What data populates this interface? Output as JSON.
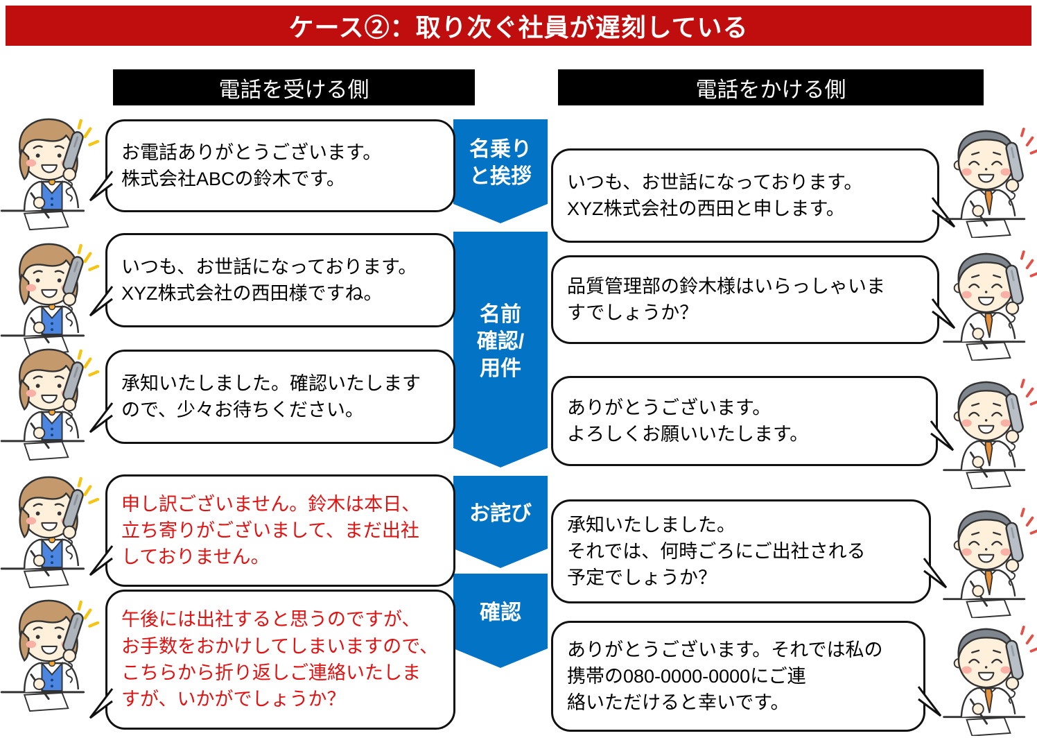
{
  "title": "ケース②：取り次ぐ社員が遅刻している",
  "headers": {
    "receiver": "電話を受ける側",
    "caller": "電話をかける側"
  },
  "steps": [
    {
      "label": "名乗り\nと挨拶"
    },
    {
      "label": "名前\n確認/\n用件"
    },
    {
      "label": "お詫び"
    },
    {
      "label": "確認"
    }
  ],
  "receiver_messages": [
    {
      "text": "お電話ありがとうございます。\n株式会社ABCの鈴木です。",
      "emphasis": false
    },
    {
      "text": "いつも、お世話になっております。\nXYZ株式会社の西田様ですね。",
      "emphasis": false
    },
    {
      "text": "承知いたしました。確認いたします\nので、少々お待ちください。",
      "emphasis": false
    },
    {
      "text": "申し訳ございません。鈴木は本日、\n立ち寄りがございまして、まだ出社\nしておりません。",
      "emphasis": true
    },
    {
      "text": "午後には出社すると思うのですが、\nお手数をおかけしてしまいますので、\nこちらから折り返しご連絡いたしま\nすが、いかがでしょうか？",
      "emphasis": true
    }
  ],
  "caller_messages": [
    {
      "text": "いつも、お世話になっております。\nXYZ株式会社の西田と申します。",
      "emphasis": false
    },
    {
      "text": "品質管理部の鈴木様はいらっしゃいま\nすでしょうか？",
      "emphasis": false
    },
    {
      "text": "ありがとうございます。\nよろしくお願いいたします。",
      "emphasis": false
    },
    {
      "text": "承知いたしました。\nそれでは、何時ごろにご出社される\n予定でしょうか？",
      "emphasis": false
    },
    {
      "text": "ありがとうございます。それでは私の\n携帯の080-0000-0000にご連\n絡いただけると幸いです。",
      "emphasis": false
    }
  ],
  "icons": {
    "left_character": "woman-on-phone-illustration",
    "right_character": "man-on-phone-illustration"
  },
  "colors": {
    "banner": "#c00d0d",
    "step_arrow": "#0273c5",
    "emphasis_text": "#e01212",
    "header_bg": "#000000"
  }
}
